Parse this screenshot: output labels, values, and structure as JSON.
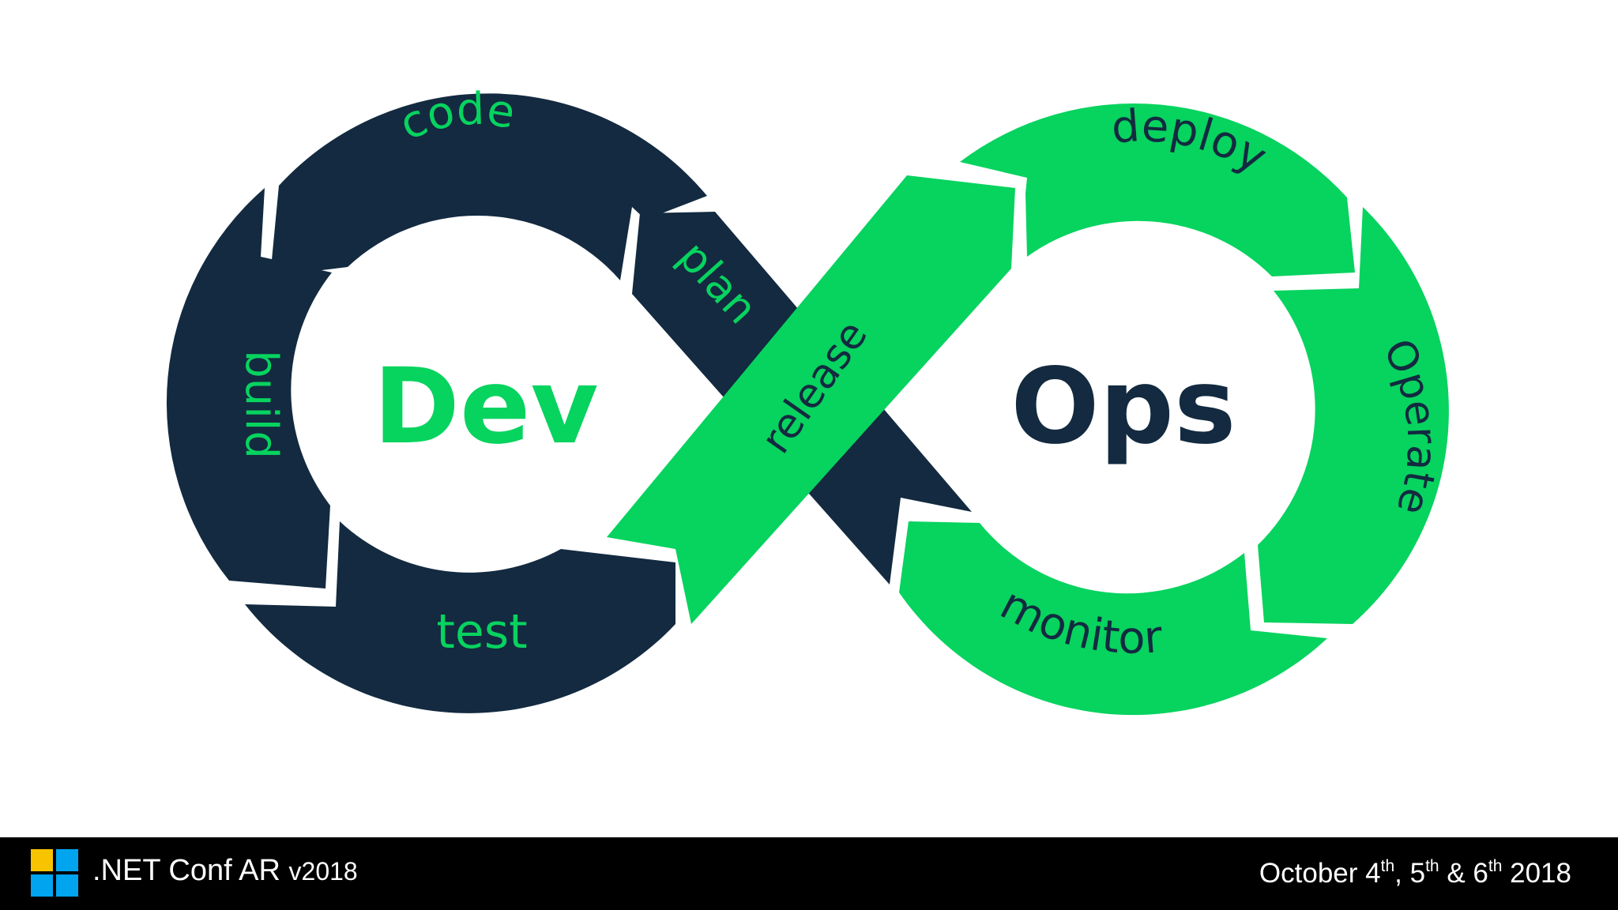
{
  "colors": {
    "dev_navy": "#132a40",
    "ops_green": "#07d35f",
    "background": "#ffffff",
    "footer_bg": "#000000",
    "footer_text": "#ffffff"
  },
  "diagram": {
    "dev_title": "Dev",
    "ops_title": "Ops",
    "stages": {
      "code": "code",
      "plan": "plan",
      "build": "build",
      "test": "test",
      "release": "release",
      "deploy": "deploy",
      "operate": "Operate",
      "monitor": "monitor"
    }
  },
  "footer": {
    "logo_icon": "windows-logo-icon",
    "brand": ".NET Conf AR",
    "version": "v2018",
    "dates": {
      "month": "October",
      "day1": "4",
      "day2": "5",
      "day3": "6",
      "suffix": "th",
      "separator": ",",
      "amp": "&",
      "year": "2018"
    }
  }
}
